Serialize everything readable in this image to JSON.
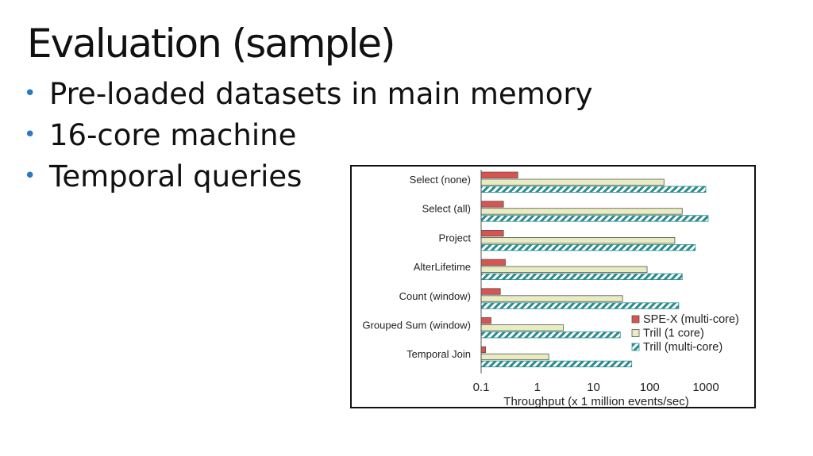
{
  "slide": {
    "title": "Evaluation (sample)",
    "bullets": [
      "Pre-loaded datasets in main memory",
      "16-core machine",
      "Temporal queries"
    ]
  },
  "chart_data": {
    "type": "bar",
    "orientation": "horizontal",
    "scale": "log",
    "categories": [
      "Select (none)",
      "Select (all)",
      "Project",
      "AlterLifetime",
      "Count (window)",
      "Grouped Sum (window)",
      "Temporal Join"
    ],
    "series": [
      {
        "name": "SPE-X (multi-core)",
        "values": [
          0.45,
          0.25,
          0.25,
          0.27,
          0.22,
          0.15,
          0.12
        ],
        "color": "#d9534f",
        "pattern": "solid"
      },
      {
        "name": "Trill (1 core)",
        "values": [
          180,
          380,
          280,
          90,
          33,
          2.9,
          1.6
        ],
        "color": "#e8ecc0",
        "pattern": "solid"
      },
      {
        "name": "Trill (multi-core)",
        "values": [
          1000,
          1100,
          650,
          380,
          330,
          30,
          48
        ],
        "color": "#2a8c8c",
        "pattern": "hatched"
      }
    ],
    "xticks": [
      "0.1",
      "1",
      "10",
      "100",
      "1000"
    ],
    "xlim": [
      0.1,
      1000
    ],
    "xlabel": "Throughput (x 1 million events/sec)",
    "legend_position": "bottom-right",
    "grid": false
  }
}
